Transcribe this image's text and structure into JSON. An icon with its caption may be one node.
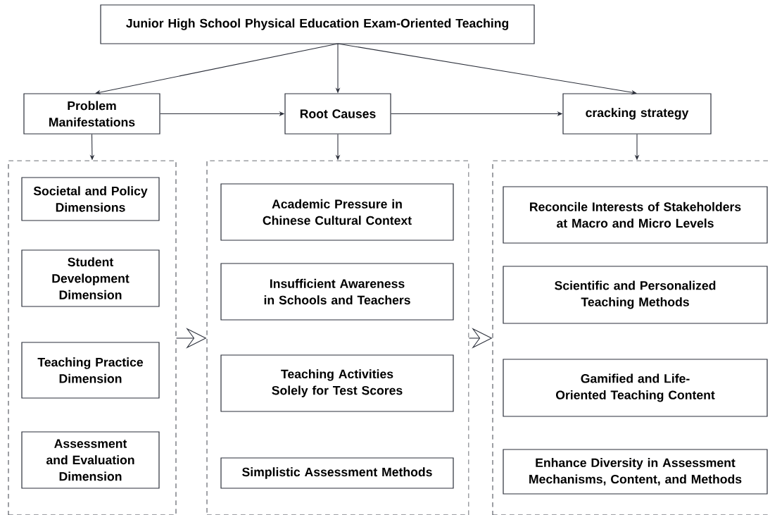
{
  "diagram": {
    "nodes": [
      {
        "text": [
          "Junior High School Physical Education Exam-Oriented Teaching"
        ]
      },
      {
        "text": [
          "Problem Manifestations"
        ]
      },
      {
        "text": [
          "Root Causes"
        ]
      },
      {
        "text": [
          "cracking strategy"
        ]
      },
      {
        "text": [],
        "shape": "box"
      },
      {
        "text": [
          "Societal and Policy Dimensions"
        ],
        "in": 4
      },
      {
        "text": [
          "Student Development Dimension"
        ],
        "in": 4
      },
      {
        "text": [
          "Teaching Practice Dimension"
        ],
        "in": 4
      },
      {
        "text": [
          "Assessment and Evaluation Dimension"
        ],
        "in": 4
      },
      {
        "text": [],
        "shape": "box"
      },
      {
        "text": [
          "Academic Pressure in Chinese Cultural Context"
        ],
        "in": 9
      },
      {
        "text": [
          "Insufficient Awareness in Schools and Teachers"
        ],
        "in": 9
      },
      {
        "text": [
          "Teaching Activities Solely for Test Scores"
        ],
        "in": 9
      },
      {
        "text": [
          "Simplistic Assessment Methods"
        ],
        "in": 9
      },
      {
        "text": [],
        "shape": "box"
      },
      {
        "text": [
          "Reconcile Interests of Stakeholders at Macro and Micro Levels"
        ],
        "in": 14
      },
      {
        "text": [
          "Scientific and Personalized Teaching Methods"
        ],
        "in": 14
      },
      {
        "text": [
          "Gamified and Life-Oriented Teaching Content"
        ],
        "in": 14
      },
      {
        "text": [
          "Enhance Diversity in Assessment Mechanisms, Content, and Methods"
        ],
        "in": 14
      }
    ],
    "edges": [
      {
        "from": 0,
        "to": 1,
        "arrow": "to"
      },
      {
        "from": 0,
        "to": 2,
        "arrow": "to"
      },
      {
        "from": 0,
        "to": 3,
        "arrow": "to"
      },
      {
        "from": 1,
        "to": 2,
        "arrow": "to"
      },
      {
        "from": 2,
        "to": 3,
        "arrow": "to"
      },
      {
        "from": 1,
        "to": 4,
        "arrow": "to"
      },
      {
        "from": 2,
        "to": 9,
        "arrow": "to"
      },
      {
        "from": 3,
        "to": 14,
        "arrow": "to"
      },
      {
        "from": 4,
        "to": 9,
        "arrow": "to"
      },
      {
        "from": 9,
        "to": 14,
        "arrow": "to"
      }
    ]
  }
}
